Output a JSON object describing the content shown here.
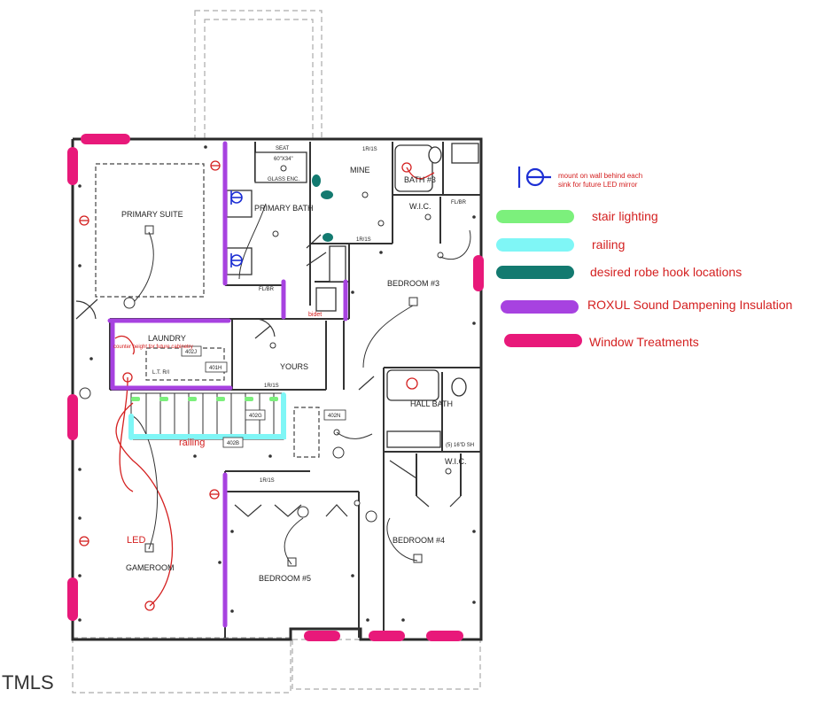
{
  "rooms": {
    "primary_suite": "PRIMARY SUITE",
    "primary_bath": "PRIMARY BATH",
    "mine": "MINE",
    "bath3": "BATH #3",
    "wic_top": "W.I.C.",
    "bedroom3": "BEDROOM #3",
    "laundry": "LAUNDRY",
    "yours": "YOURS",
    "hall_bath": "HALL BATH",
    "wic_mid": "W.I.C.",
    "bedroom4": "BEDROOM #4",
    "gameroom": "GAMEROOM",
    "bedroom5": "BEDROOM #5"
  },
  "plan_notes": {
    "seat": "SEAT",
    "shower_size": "60\"X34\"",
    "glass_enc": "GLASS ENC.",
    "flbr": "FL/BR",
    "sh_5_16": "(5) 16\"D SH",
    "lr1s": "1R/1S",
    "code_402j": "402J",
    "code_401h": "401H",
    "code_402g": "402G",
    "code_402b": "402B",
    "code_402n": "402N",
    "lt_ri": "L.T.\nR/I"
  },
  "annotations": {
    "counter_height": "counter height for future cabinetry",
    "bidet": "bidet",
    "railing": "railing",
    "led": "LED"
  },
  "legend": {
    "mirror_note": "mount on wall behind each sink for future LED mirror",
    "items": [
      {
        "label": "stair lighting",
        "color": "#7cf07c"
      },
      {
        "label": "railing",
        "color": "#7ff6f6"
      },
      {
        "label": "desired robe hook locations",
        "color": "#137a70"
      },
      {
        "label": "ROXUL Sound Dampening Insulation",
        "color": "#a742e0"
      },
      {
        "label": "Window Treatments",
        "color": "#e8197a"
      }
    ]
  },
  "watermark": "TMLS",
  "colors": {
    "wall": "#2a2a2a",
    "electrical": "#d42020",
    "mirror_symbol": "#1d2fd4"
  }
}
